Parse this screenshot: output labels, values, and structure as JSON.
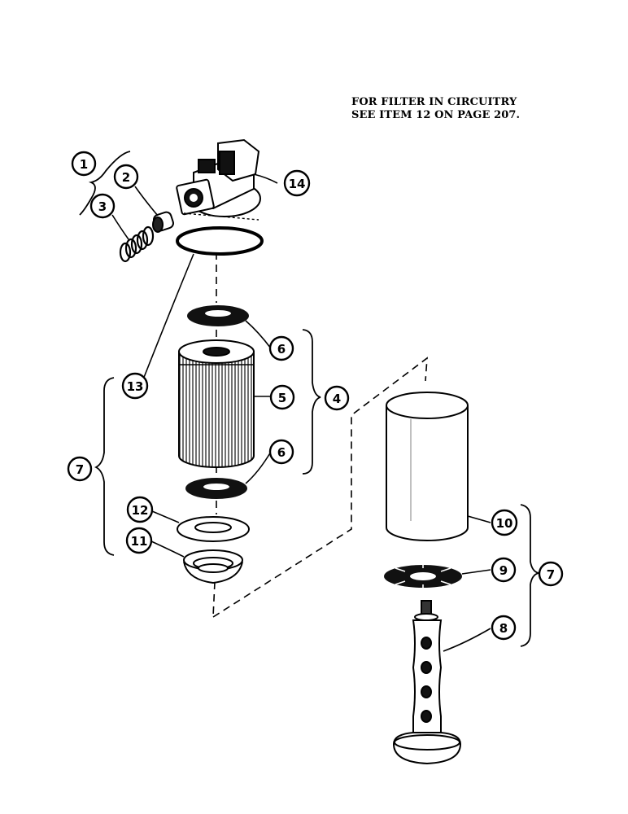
{
  "note": {
    "line1": "FOR FILTER IN CIRCUITRY",
    "line2": "SEE ITEM 12 ON PAGE 207."
  },
  "callouts": {
    "c1": "1",
    "c2": "2",
    "c3": "3",
    "c4": "4",
    "c5": "5",
    "c6a": "6",
    "c6b": "6",
    "c7a": "7",
    "c7b": "7",
    "c8": "8",
    "c9": "9",
    "c10": "10",
    "c11": "11",
    "c12": "12",
    "c13": "13",
    "c14": "14"
  },
  "colors": {
    "ink": "#000000",
    "paper": "#ffffff"
  }
}
